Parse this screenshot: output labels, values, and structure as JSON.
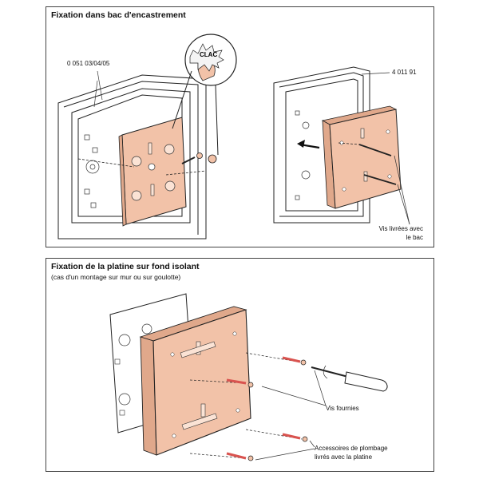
{
  "top": {
    "title": "Fixation dans bac d'encastrement",
    "ref_left": "0 051 03/04/05",
    "ref_right": "4 011 91",
    "clac": "CLAC",
    "screws_label_line1": "Vis livrées avec",
    "screws_label_line2": "le bac"
  },
  "bottom": {
    "title": "Fixation de la platine sur fond isolant",
    "subtitle": "(cas d'un montage sur mur ou sur goulotte)",
    "screws_label": "Vis fournies",
    "seal_label_line1": "Accessoires de plombage",
    "seal_label_line2": "livrés avec la platine"
  },
  "colors": {
    "salmon": "#f2c2a8",
    "salmon_dark": "#e0a88b",
    "frame_gray": "#f4f4f4",
    "red_screw": "#d9534f"
  }
}
